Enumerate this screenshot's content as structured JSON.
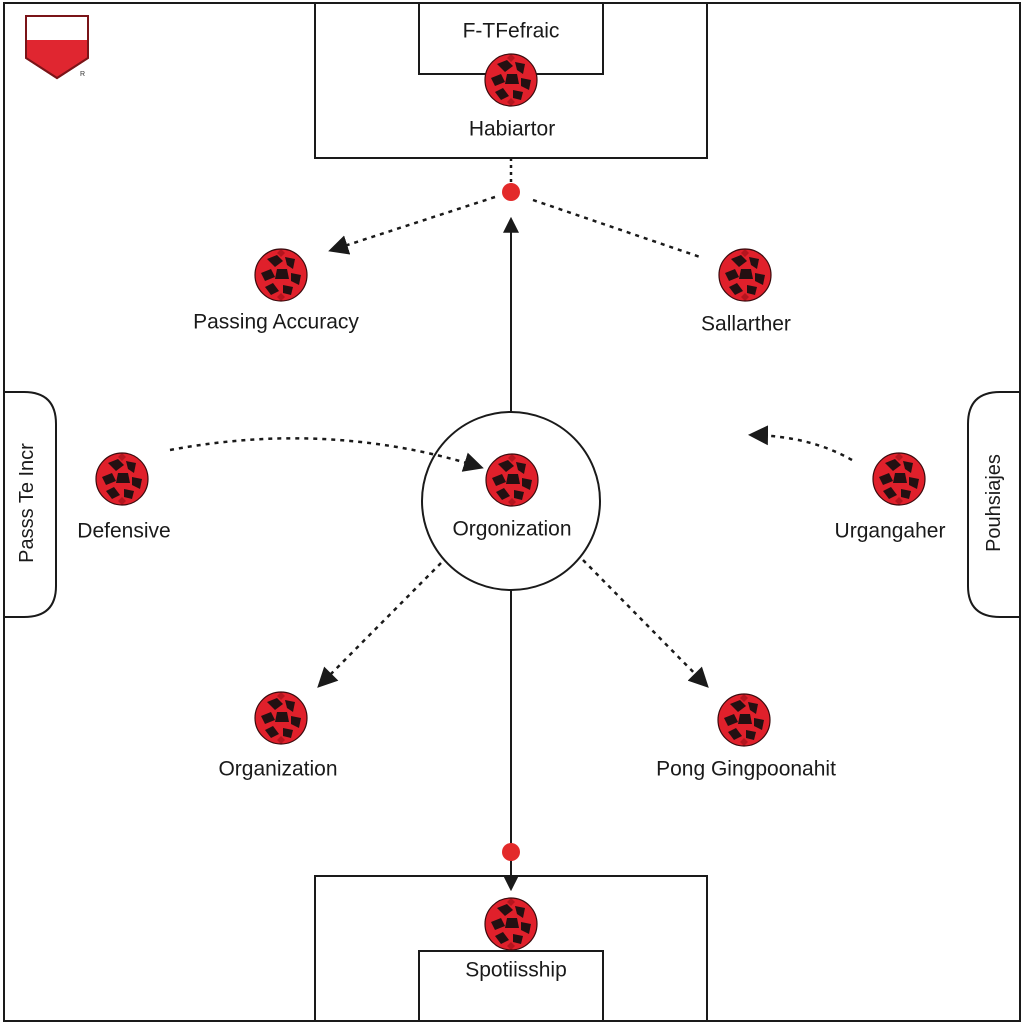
{
  "colors": {
    "line": "#1a1a1a",
    "player_red": "#e0202b",
    "player_dark": "#231012",
    "ball": "#e32a2a",
    "flag_red": "#e02630"
  },
  "boxes": {
    "top_goal_label": "F-TFefraic",
    "bottom_box_label": "Spotiisship"
  },
  "side_panels": {
    "left_label": "Passs Te Incr",
    "right_label": "Pouhsiajes"
  },
  "players": [
    {
      "id": "top-keeper",
      "label": "Habiartor",
      "icon": "player-icon"
    },
    {
      "id": "left-mid",
      "label": "Passing Accuracy",
      "icon": "player-icon"
    },
    {
      "id": "right-mid",
      "label": "Sallarther",
      "icon": "player-icon"
    },
    {
      "id": "left-wing",
      "label": "Defensive",
      "icon": "player-icon"
    },
    {
      "id": "center",
      "label": "Orgonization",
      "icon": "player-icon"
    },
    {
      "id": "right-wing",
      "label": "Urgangaher",
      "icon": "player-icon"
    },
    {
      "id": "lower-left",
      "label": "Organization",
      "icon": "player-icon"
    },
    {
      "id": "lower-right",
      "label": "Pong Gingpoonahit",
      "icon": "player-icon"
    },
    {
      "id": "bottom-keeper",
      "label": "",
      "icon": "player-icon"
    }
  ],
  "flag": {
    "icon": "flag-shield-icon",
    "mark": "R"
  }
}
